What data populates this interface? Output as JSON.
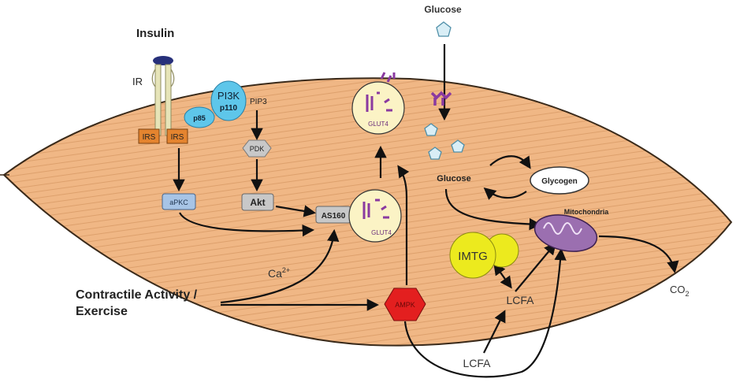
{
  "labels": {
    "insulin": "Insulin",
    "ir": "IR",
    "irs_left": "IRS",
    "irs_right": "IRS",
    "pi3k": "PI3K",
    "p110": "p110",
    "p85": "p85",
    "pip3": "PIP3",
    "pdk": "PDK",
    "akt": "Akt",
    "apkc": "aPKC",
    "as160": "AS160",
    "glut4_top": "GLUT4",
    "glut4_mid": "GLUT4",
    "glucose_outside": "Glucose",
    "glucose_inside": "Glucose",
    "glycogen": "Glycogen",
    "mitochondria": "Mitochondria",
    "imtg": "IMTG",
    "lcfa_inside": "LCFA",
    "lcfa_outside": "LCFA",
    "co2": "CO",
    "co2_sub": "2",
    "ampk": "AMPK",
    "ca": "Ca",
    "ca_sup": "2+",
    "contractile_line1": "Contractile Activity /",
    "contractile_line2": "Exercise"
  },
  "colors": {
    "cell_fill": "#f0b785",
    "cell_stripe": "#d99a66",
    "cell_border": "#3a2a1a",
    "pi3k_blue": "#5ec6ea",
    "protein_box": "#c8c8c8",
    "apkc_box": "#a7c4e6",
    "vesicle": "#fbf3c5",
    "glut4_purple": "#8a3aa0",
    "imtg_yellow": "#ecea1e",
    "ampk_red": "#e31f1f",
    "mito_purple": "#9b6fb0",
    "receptor_navy": "#27307a",
    "irs_orange": "#e4842f"
  }
}
